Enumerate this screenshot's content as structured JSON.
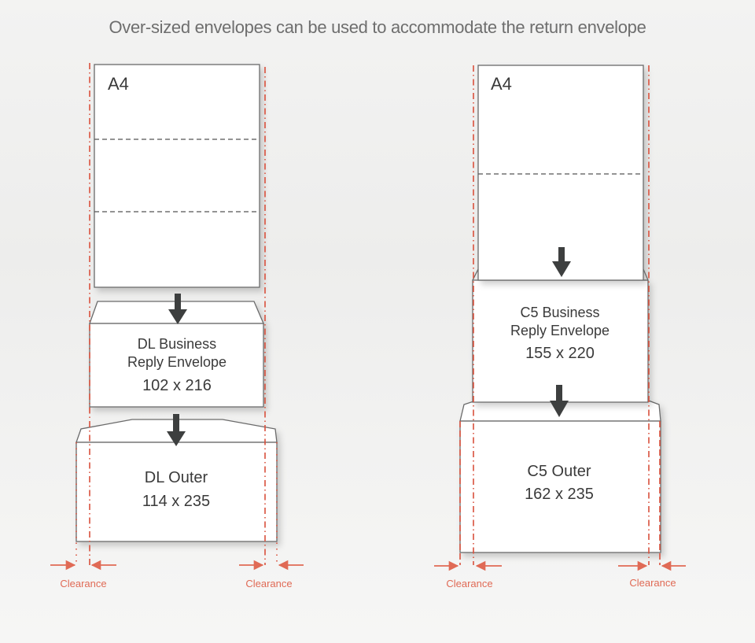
{
  "title": "Over-sized envelopes can be used to accommodate the return envelope",
  "colors": {
    "guide_red": "#d9503c",
    "arrow_dark": "#3d3f3f",
    "outline": "#6a6a6a",
    "clearance_text": "#e06a55"
  },
  "left_panel": {
    "sheet": {
      "label": "A4",
      "folds": 2
    },
    "reply_envelope": {
      "line1": "DL Business",
      "line2": "Reply Envelope",
      "size": "102 x 216"
    },
    "outer_envelope": {
      "line1": "DL Outer",
      "size": "114 x 235"
    },
    "clearance_left": "Clearance",
    "clearance_right": "Clearance"
  },
  "right_panel": {
    "sheet": {
      "label": "A4",
      "folds": 1
    },
    "reply_envelope": {
      "line1": "C5 Business",
      "line2": "Reply Envelope",
      "size": "155 x 220"
    },
    "outer_envelope": {
      "line1": "C5 Outer",
      "size": "162 x 235"
    },
    "clearance_left": "Clearance",
    "clearance_right": "Clearance"
  }
}
